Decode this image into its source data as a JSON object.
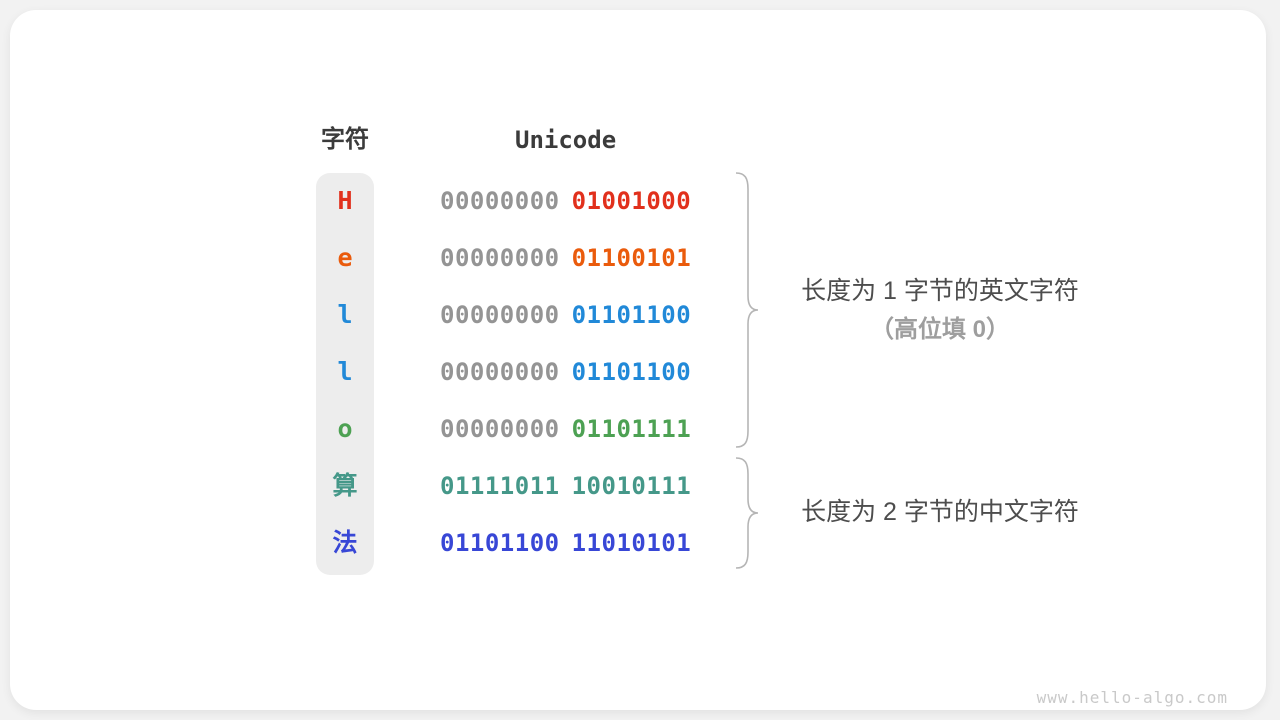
{
  "header": {
    "char_col": "字符",
    "unicode_col": "Unicode"
  },
  "rows": [
    {
      "char": "H",
      "byte1": "00000000",
      "byte2": "01001000",
      "color": "#e1301c",
      "byte1_color": "#949494"
    },
    {
      "char": "e",
      "byte1": "00000000",
      "byte2": "01100101",
      "color": "#ea5b0c",
      "byte1_color": "#949494"
    },
    {
      "char": "l",
      "byte1": "00000000",
      "byte2": "01101100",
      "color": "#2189d8",
      "byte1_color": "#949494"
    },
    {
      "char": "l",
      "byte1": "00000000",
      "byte2": "01101100",
      "color": "#2189d8",
      "byte1_color": "#949494"
    },
    {
      "char": "o",
      "byte1": "00000000",
      "byte2": "01101111",
      "color": "#4da153",
      "byte1_color": "#949494"
    },
    {
      "char": "算",
      "byte1": "01111011",
      "byte2": "10010111",
      "color": "#459889",
      "byte1_color": "#459889"
    },
    {
      "char": "法",
      "byte1": "01101100",
      "byte2": "11010101",
      "color": "#3847d6",
      "byte1_color": "#3847d6"
    }
  ],
  "annotations": {
    "group1_line1": "长度为 1 字节的英文字符",
    "group1_line2": "（高位填 0）",
    "group2": "长度为 2 字节的中文字符"
  },
  "footer": "www.hello-algo.com",
  "colors": {
    "header_text": "#3b3b3b",
    "column_bg": "#ededed",
    "brace": "#b5b5b5",
    "annotation_primary": "#4d4d4d",
    "annotation_secondary": "#9e9e9e",
    "footer_text": "#c9c9c9"
  },
  "layout_numbers": {
    "row_centers": [
      191,
      248,
      305,
      362,
      419,
      476,
      533
    ]
  }
}
